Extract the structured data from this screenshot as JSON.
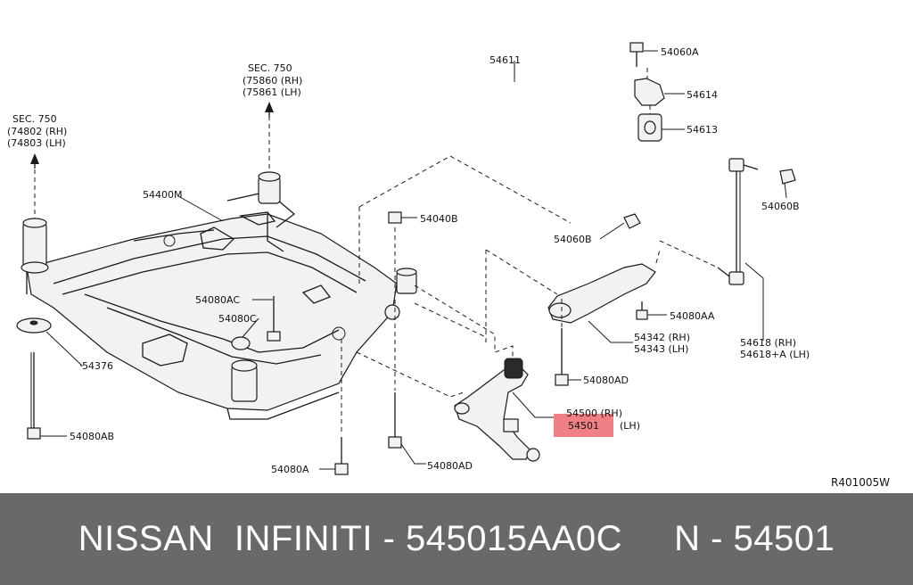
{
  "accent_color": "#f07f86",
  "labels": {
    "sec750a_l1": "SEC. 750",
    "sec750a_l2": "(75860 (RH)",
    "sec750a_l3": "(75861 (LH)",
    "sec750b_l1": "SEC. 750",
    "sec750b_l2": "(74802 (RH)",
    "sec750b_l3": "(74803 (LH)",
    "p54400m": "54400M",
    "p54080ac": "54080AC",
    "p54080c": "54080C",
    "p54376": "54376",
    "p54080ab": "54080AB",
    "p54080a": "54080A",
    "p54080ad_bottom": "54080AD",
    "p54040b": "54040B",
    "p54611": "54611",
    "p54060a": "54060A",
    "p54614": "54614",
    "p54613": "54613",
    "p54060b_left": "54060B",
    "p54060b_right": "54060B",
    "p54080aa": "54080AA",
    "p54342": "54342 (RH)",
    "p54343": "54343 (LH)",
    "p54080ad_right": "54080AD",
    "p54500": "54500  (RH)",
    "p54501_num": "54501",
    "p54501_side": "(LH)",
    "p54618": "54618 (RH)",
    "p54618a": "54618+A (LH)",
    "ref": "R401005W"
  },
  "footer": {
    "text": "NISSAN  INFINITI - 545015AA0C     N - 54501"
  }
}
